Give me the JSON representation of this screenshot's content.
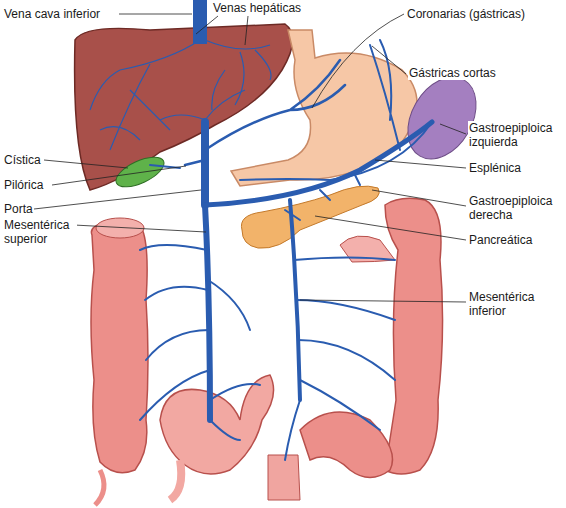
{
  "diagram": {
    "labels": [
      "Vena cava inferior",
      "Venas hepáticas",
      "Coronarias (gástricas)",
      "Gástricas cortas",
      "Gastroepiploica izquierda",
      "Esplénica",
      "Gastroepiploica derecha",
      "Pancreática",
      "Mesentérica inferior",
      "Cística",
      "Pilórica",
      "Porta",
      "Mesentérica superior"
    ]
  }
}
